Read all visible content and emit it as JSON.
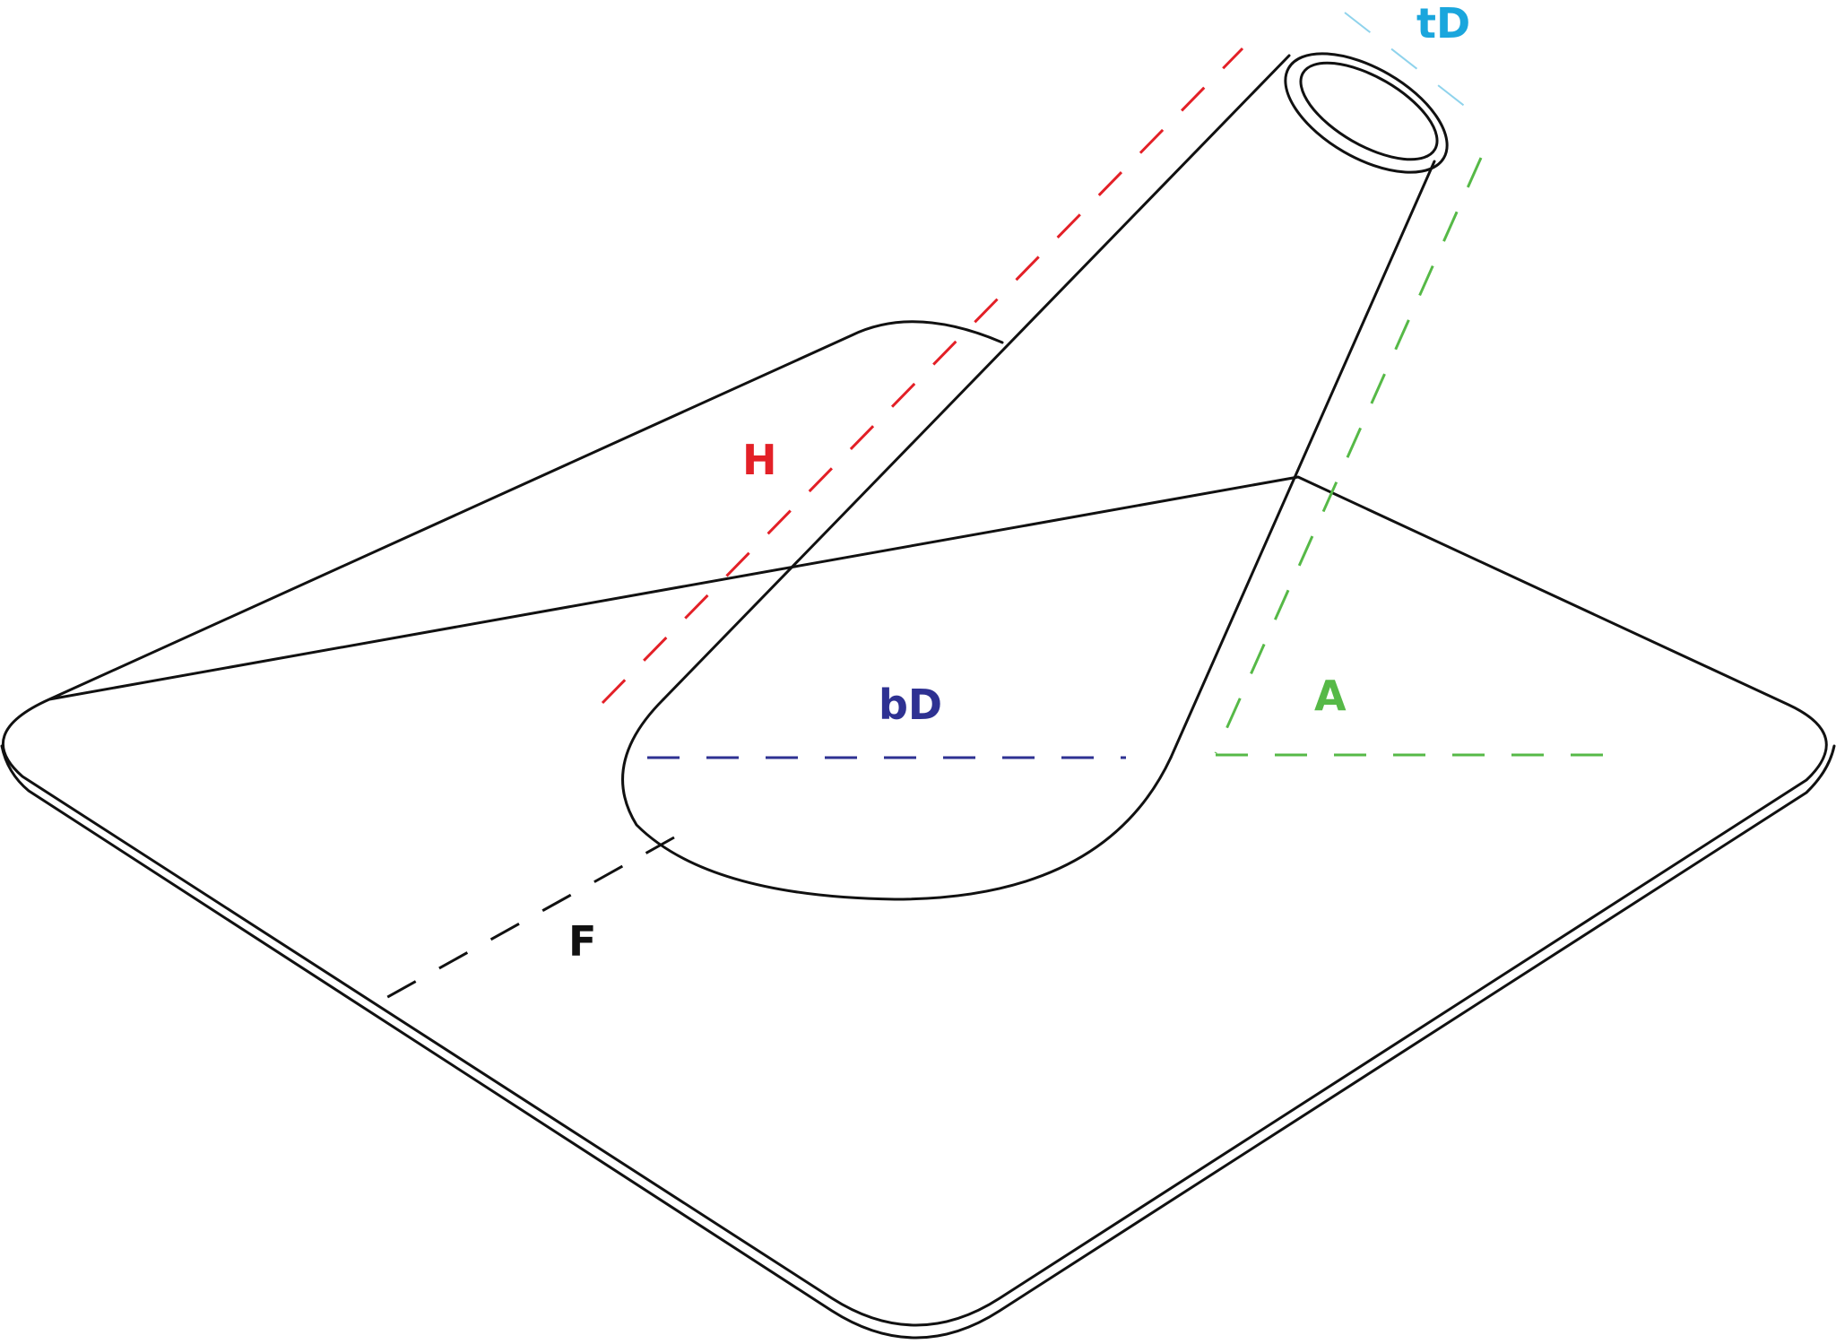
{
  "labels": {
    "height": "H",
    "top_diameter": "tD",
    "bottom_diameter": "bD",
    "angle": "A",
    "flange": "F"
  },
  "colors": {
    "outline": "#111111",
    "height": "#e32027",
    "top_diameter": "#1aa6dd",
    "top_diameter_line": "#8fd3ec",
    "bottom_diameter": "#2e3192",
    "angle": "#56b947",
    "flange": "#111111"
  }
}
